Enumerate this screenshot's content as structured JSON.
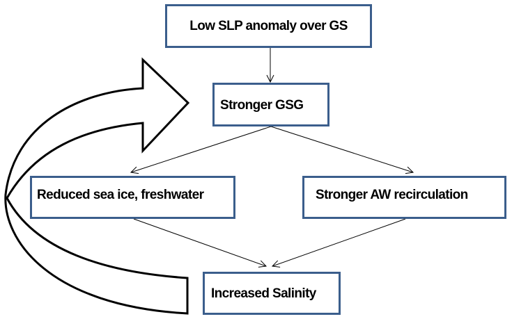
{
  "diagram": {
    "type": "flowchart",
    "nodes": [
      {
        "id": "slp",
        "label": "Low SLP anomaly over GS"
      },
      {
        "id": "gsg",
        "label": "Stronger GSG"
      },
      {
        "id": "ice",
        "label": "Reduced sea ice, freshwater"
      },
      {
        "id": "aw",
        "label": "Stronger AW recirculation"
      },
      {
        "id": "sal",
        "label": "Increased Salinity"
      }
    ],
    "edges": [
      {
        "from": "slp",
        "to": "gsg"
      },
      {
        "from": "gsg",
        "to": "ice"
      },
      {
        "from": "gsg",
        "to": "aw"
      },
      {
        "from": "ice",
        "to": "sal"
      },
      {
        "from": "aw",
        "to": "sal"
      },
      {
        "from": "sal",
        "to": "gsg",
        "style": "large-curved-feedback-arrow"
      }
    ],
    "colors": {
      "box_border": "#3b5e8c",
      "arrow": "#000000",
      "background": "#ffffff"
    }
  }
}
